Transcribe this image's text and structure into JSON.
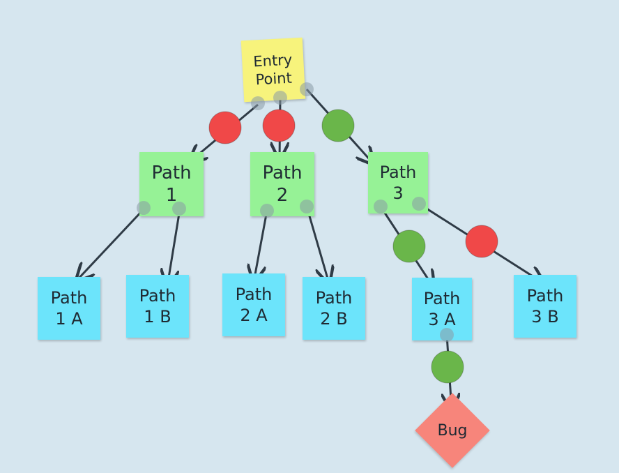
{
  "diagram": {
    "entry": "Entry\nPoint",
    "paths": {
      "p1": "Path\n1",
      "p2": "Path\n2",
      "p3": "Path\n3",
      "p1a": "Path\n1 A",
      "p1b": "Path\n1 B",
      "p2a": "Path\n2 A",
      "p2b": "Path\n2 B",
      "p3a": "Path\n3 A",
      "p3b": "Path\n3 B"
    },
    "bug": "Bug",
    "colors": {
      "background": "#d6e6ef",
      "entry_note": "#f7f37c",
      "level1_note": "#96f296",
      "leaf_note": "#6ce4fb",
      "bug_node": "#f7857b",
      "blocked_marker": "#f04848",
      "open_marker": "#6ab64a",
      "connector": "#2f3b46"
    }
  }
}
